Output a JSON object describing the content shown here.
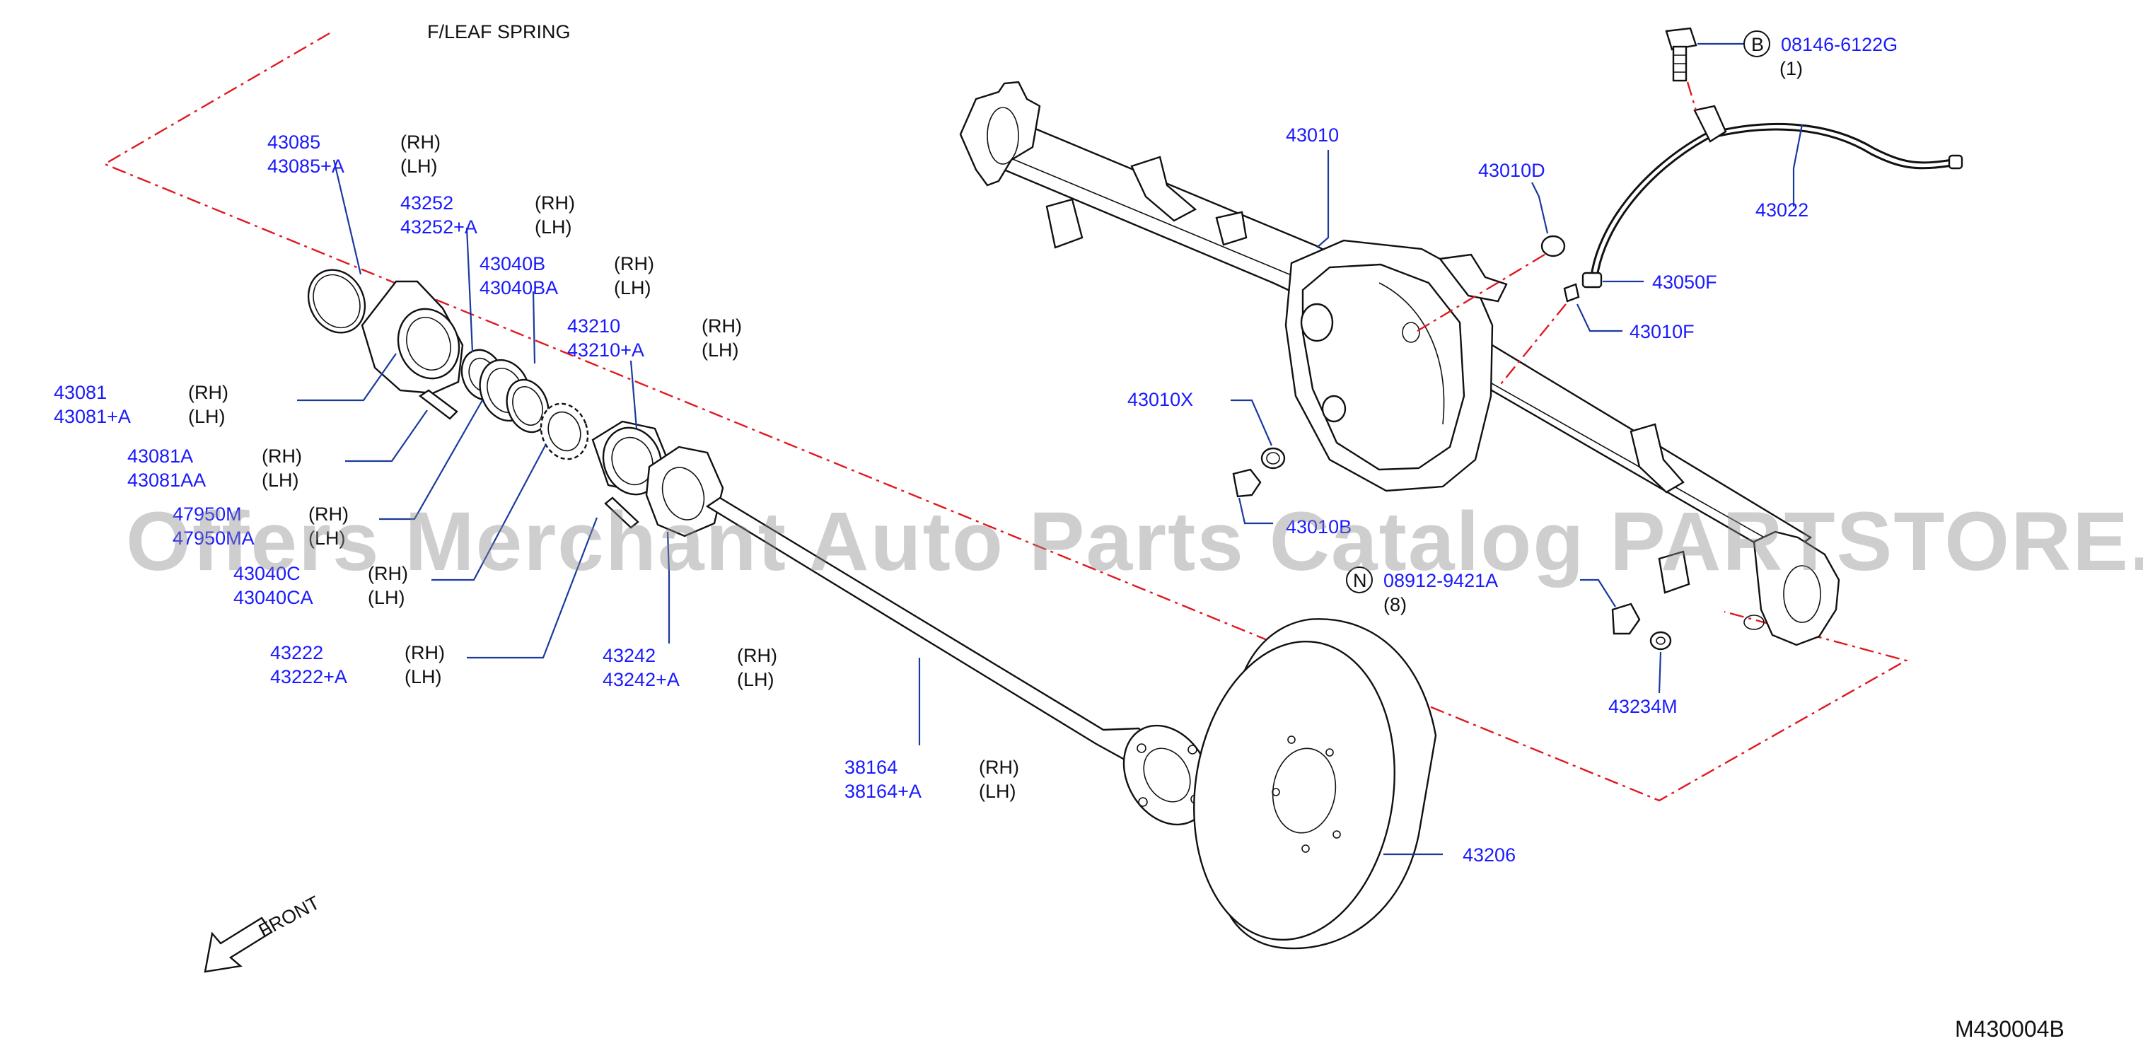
{
  "diagram": {
    "title": "F/LEAF   SPRING",
    "code": "M430004B",
    "watermark": "Offers Merchant Auto Parts Catalog PARTSTORE.SA",
    "front_label": "FRONT",
    "accent_color": "#1a1aff",
    "line_color": "#1a3a9e",
    "dash_color": "#e0191f",
    "labels": {
      "l43085": "43085",
      "l43085a": "43085+A",
      "s43085": "(RH)",
      "s43085a": "(LH)",
      "l43252": "43252",
      "l43252a": "43252+A",
      "s43252": "(RH)",
      "s43252a": "(LH)",
      "l43040b": "43040B",
      "l43040ba": "43040BA",
      "s43040b": "(RH)",
      "s43040ba": "(LH)",
      "l43210": "43210",
      "l43210a": "43210+A",
      "s43210": "(RH)",
      "s43210a": "(LH)",
      "l43081": "43081",
      "l43081a": "43081+A",
      "s43081": "(RH)",
      "s43081a": "(LH)",
      "l43081aa": "43081A",
      "l43081ab": "43081AA",
      "s43081aa": "(RH)",
      "s43081ab": "(LH)",
      "l47950m": "47950M",
      "l47950ma": "47950MA",
      "s47950m": "(RH)",
      "s47950ma": "(LH)",
      "l43040c": "43040C",
      "l43040ca": "43040CA",
      "s43040c": "(RH)",
      "s43040ca": "(LH)",
      "l43222": "43222",
      "l43222a": "43222+A",
      "s43222": "(RH)",
      "s43222a": "(LH)",
      "l43242": "43242",
      "l43242a": "43242+A",
      "s43242": "(RH)",
      "s43242a": "(LH)",
      "l38164": "38164",
      "l38164a": "38164+A",
      "s38164": "(RH)",
      "s38164a": "(LH)",
      "l43206": "43206",
      "l43010": "43010",
      "l43010d": "43010D",
      "l43010x": "43010X",
      "l43010b": "43010B",
      "l43022": "43022",
      "l43050f": "43050F",
      "l43010f": "43010F",
      "l43234m": "43234M",
      "b_letter": "B",
      "l08146": "08146-6122G",
      "q08146": "(1)",
      "n_letter": "N",
      "l08912": "08912-9421A",
      "q08912": "(8)"
    }
  }
}
